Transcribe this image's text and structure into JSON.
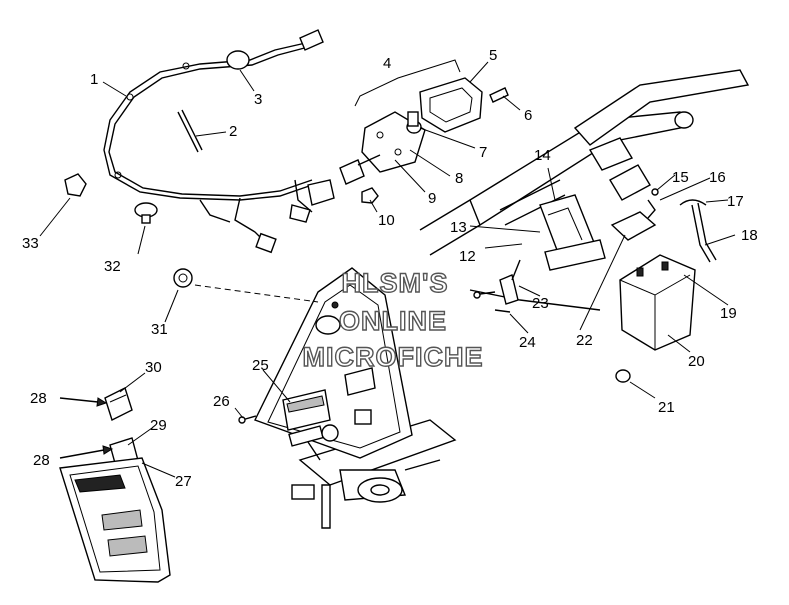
{
  "watermark": {
    "line1": "HLSM'S",
    "line2": "ONLINE",
    "line3": "MICROFICHE"
  },
  "callouts": {
    "n1": "1",
    "n2": "2",
    "n3": "3",
    "n4": "4",
    "n5": "5",
    "n6": "6",
    "n7": "7",
    "n8": "8",
    "n9": "9",
    "n10": "10",
    "n12": "12",
    "n13": "13",
    "n14": "14",
    "n15": "15",
    "n16": "16",
    "n17": "17",
    "n18": "18",
    "n19": "19",
    "n20": "20",
    "n21": "21",
    "n22": "22",
    "n23": "23",
    "n24": "24",
    "n25": "25",
    "n26": "26",
    "n27": "27",
    "n28a": "28",
    "n28b": "28",
    "n29": "29",
    "n30": "30",
    "n31": "31",
    "n32": "32",
    "n33": "33"
  }
}
